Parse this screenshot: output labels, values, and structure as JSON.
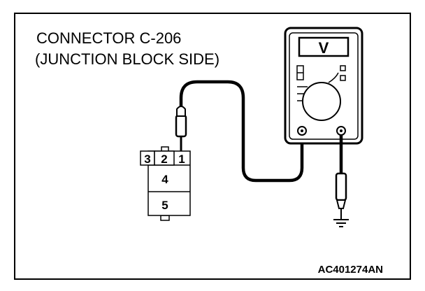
{
  "caption": {
    "line1": "CONNECTOR C-206",
    "line2": "(JUNCTION BLOCK SIDE)"
  },
  "connector": {
    "pins": [
      "3",
      "2",
      "1",
      "4",
      "5"
    ]
  },
  "meter": {
    "display": "V"
  },
  "figure_code": "AC401274AN",
  "colors": {
    "line": "#000000",
    "background": "#ffffff"
  }
}
